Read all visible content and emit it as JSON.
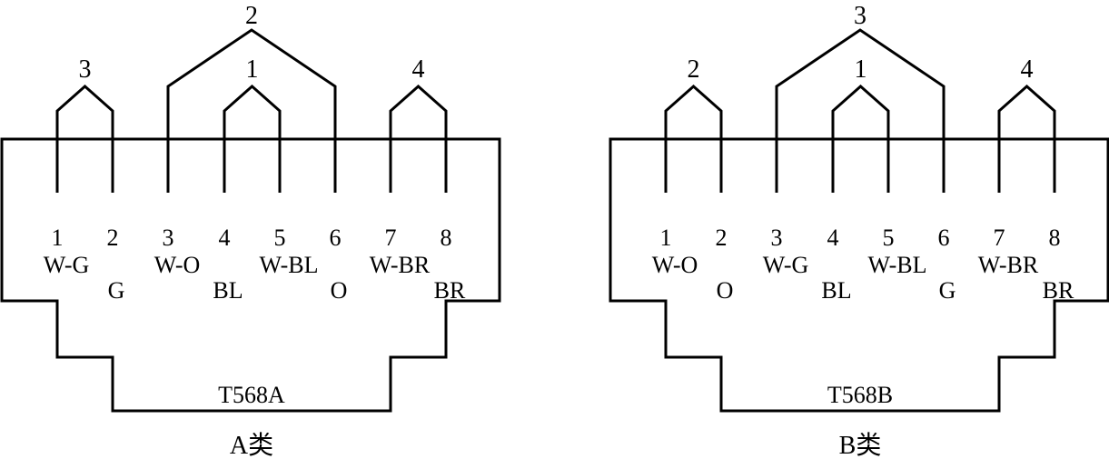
{
  "diagrams": [
    {
      "standard": "T568A",
      "caption": "A类",
      "pins": [
        {
          "num": "1",
          "color": "W-G"
        },
        {
          "num": "2",
          "color": "G"
        },
        {
          "num": "3",
          "color": "W-O"
        },
        {
          "num": "4",
          "color": "BL"
        },
        {
          "num": "5",
          "color": "W-BL"
        },
        {
          "num": "6",
          "color": "O"
        },
        {
          "num": "7",
          "color": "W-BR"
        },
        {
          "num": "8",
          "color": "BR"
        }
      ],
      "pairs": [
        {
          "label": "3",
          "pins": [
            1,
            2
          ]
        },
        {
          "label": "2",
          "pins": [
            3,
            6
          ]
        },
        {
          "label": "1",
          "pins": [
            4,
            5
          ]
        },
        {
          "label": "4",
          "pins": [
            7,
            8
          ]
        }
      ]
    },
    {
      "standard": "T568B",
      "caption": "B类",
      "pins": [
        {
          "num": "1",
          "color": "W-O"
        },
        {
          "num": "2",
          "color": "O"
        },
        {
          "num": "3",
          "color": "W-G"
        },
        {
          "num": "4",
          "color": "BL"
        },
        {
          "num": "5",
          "color": "W-BL"
        },
        {
          "num": "6",
          "color": "G"
        },
        {
          "num": "7",
          "color": "W-BR"
        },
        {
          "num": "8",
          "color": "BR"
        }
      ],
      "pairs": [
        {
          "label": "2",
          "pins": [
            1,
            2
          ]
        },
        {
          "label": "3",
          "pins": [
            3,
            6
          ]
        },
        {
          "label": "1",
          "pins": [
            4,
            5
          ]
        },
        {
          "label": "4",
          "pins": [
            7,
            8
          ]
        }
      ]
    }
  ]
}
